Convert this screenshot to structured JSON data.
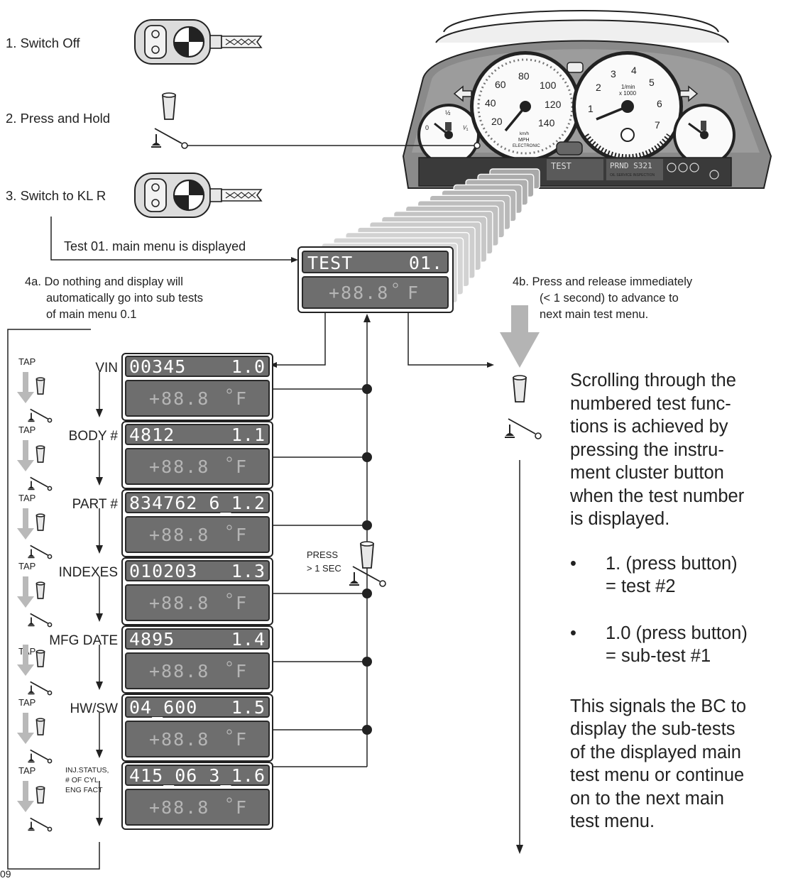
{
  "steps": {
    "step1": "1. Switch Off",
    "step2": "2. Press and Hold",
    "step3": "3. Switch to KL R",
    "main_menu_note": "Test 01. main menu is displayed"
  },
  "main_display": {
    "top_left": "TEST",
    "top_right": "01.",
    "bottom": "+88.8",
    "unit": "F"
  },
  "note_4a": [
    "4a. Do nothing and display will",
    "automatically go into sub tests",
    "of main menu 0.1"
  ],
  "note_4b": [
    "4b. Press and release immediately",
    "(< 1 second) to advance to",
    "next main test menu."
  ],
  "press_label": [
    "PRESS",
    "> 1 SEC"
  ],
  "tap_label": "TAP",
  "sub_tests": [
    {
      "label": "VIN",
      "top_left": "00345",
      "top_right": "1.0",
      "bottom": "+88.8",
      "unit": "F"
    },
    {
      "label": "BODY #",
      "top_left": "4812",
      "top_right": "1.1",
      "bottom": "+88.8",
      "unit": "F"
    },
    {
      "label": "PART #",
      "top_left": "834762 6_",
      "top_right": "1.2",
      "bottom": "+88.8",
      "unit": "F"
    },
    {
      "label": "INDEXES",
      "top_left": "010203",
      "top_right": "1.3",
      "bottom": "+88.8",
      "unit": "F"
    },
    {
      "label": "MFG DATE",
      "top_left": "4895",
      "top_right": "1.4",
      "bottom": "+88.8",
      "unit": "F"
    },
    {
      "label": "HW/SW",
      "top_left": "04_600",
      "top_right": "1.5",
      "bottom": "+88.8",
      "unit": "F"
    },
    {
      "label": [
        "INJ.STATUS,",
        "# OF CYL,",
        "ENG FACT"
      ],
      "top_left": "415_06 3_",
      "top_right": "1.6",
      "bottom": "+88.8",
      "unit": "F"
    }
  ],
  "cluster": {
    "speedo_numbers": [
      "20",
      "40",
      "60",
      "80",
      "100",
      "120",
      "140"
    ],
    "speedo_unit": [
      "km/h",
      "MPH",
      "ELECTRONIC"
    ],
    "tach_numbers": [
      "1",
      "2",
      "3",
      "4",
      "5",
      "6",
      "7"
    ],
    "tach_unit": [
      "1/min",
      "x 1000"
    ],
    "lcd_left": "TEST",
    "lcd_right": "PRND  S321",
    "lcd_right_sub": "OIL SERVICE INSPECTION"
  },
  "side_text": {
    "intro": [
      "Scrolling through the",
      "numbered test func-",
      "tions is achieved by",
      "pressing the instru-",
      "ment cluster button",
      "when the test number",
      "is displayed."
    ],
    "bullet_char": "•",
    "bullet1": [
      "1. (press button)",
      "= test #2"
    ],
    "bullet2": [
      "1.0 (press button)",
      "= sub-test #1"
    ],
    "signal": [
      "This signals the BC to",
      "display the sub-tests",
      "of the displayed main",
      "test menu or continue",
      "on to the next main",
      "test menu."
    ]
  },
  "page_number": "09",
  "colors": {
    "lcd_bg": "#6e6e6e",
    "lcd_frame": "#2a2a2a",
    "arrow_grey": "#b4b4b4"
  }
}
